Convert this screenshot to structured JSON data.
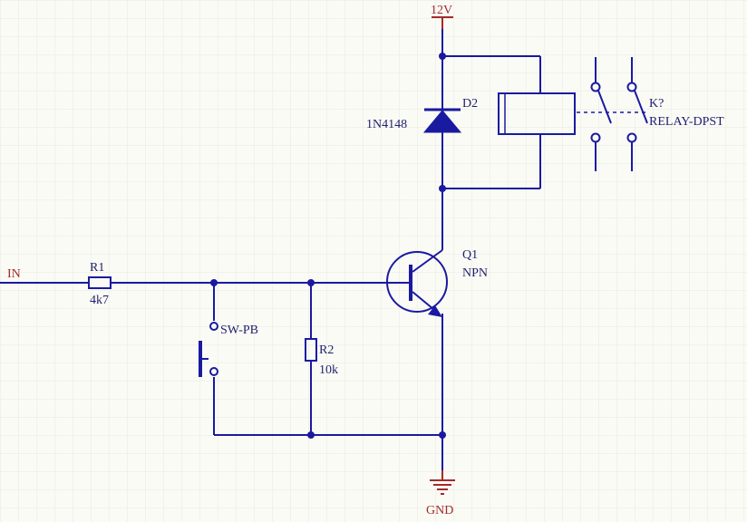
{
  "power": {
    "vcc": "12V",
    "ground": "GND"
  },
  "nets": {
    "input": "IN"
  },
  "components": {
    "r1": {
      "ref": "R1",
      "value": "4k7"
    },
    "r2": {
      "ref": "R2",
      "value": "10k"
    },
    "sw": {
      "ref": "SW-PB"
    },
    "d2": {
      "ref": "D2",
      "value": "1N4148"
    },
    "q1": {
      "ref": "Q1",
      "value": "NPN"
    },
    "k": {
      "ref": "K?",
      "value": "RELAY-DPST"
    }
  },
  "colors": {
    "wire": "#1a1aa0",
    "power": "#a32a2a",
    "background": "#fbfbf6",
    "grid": "#eaeae2"
  }
}
